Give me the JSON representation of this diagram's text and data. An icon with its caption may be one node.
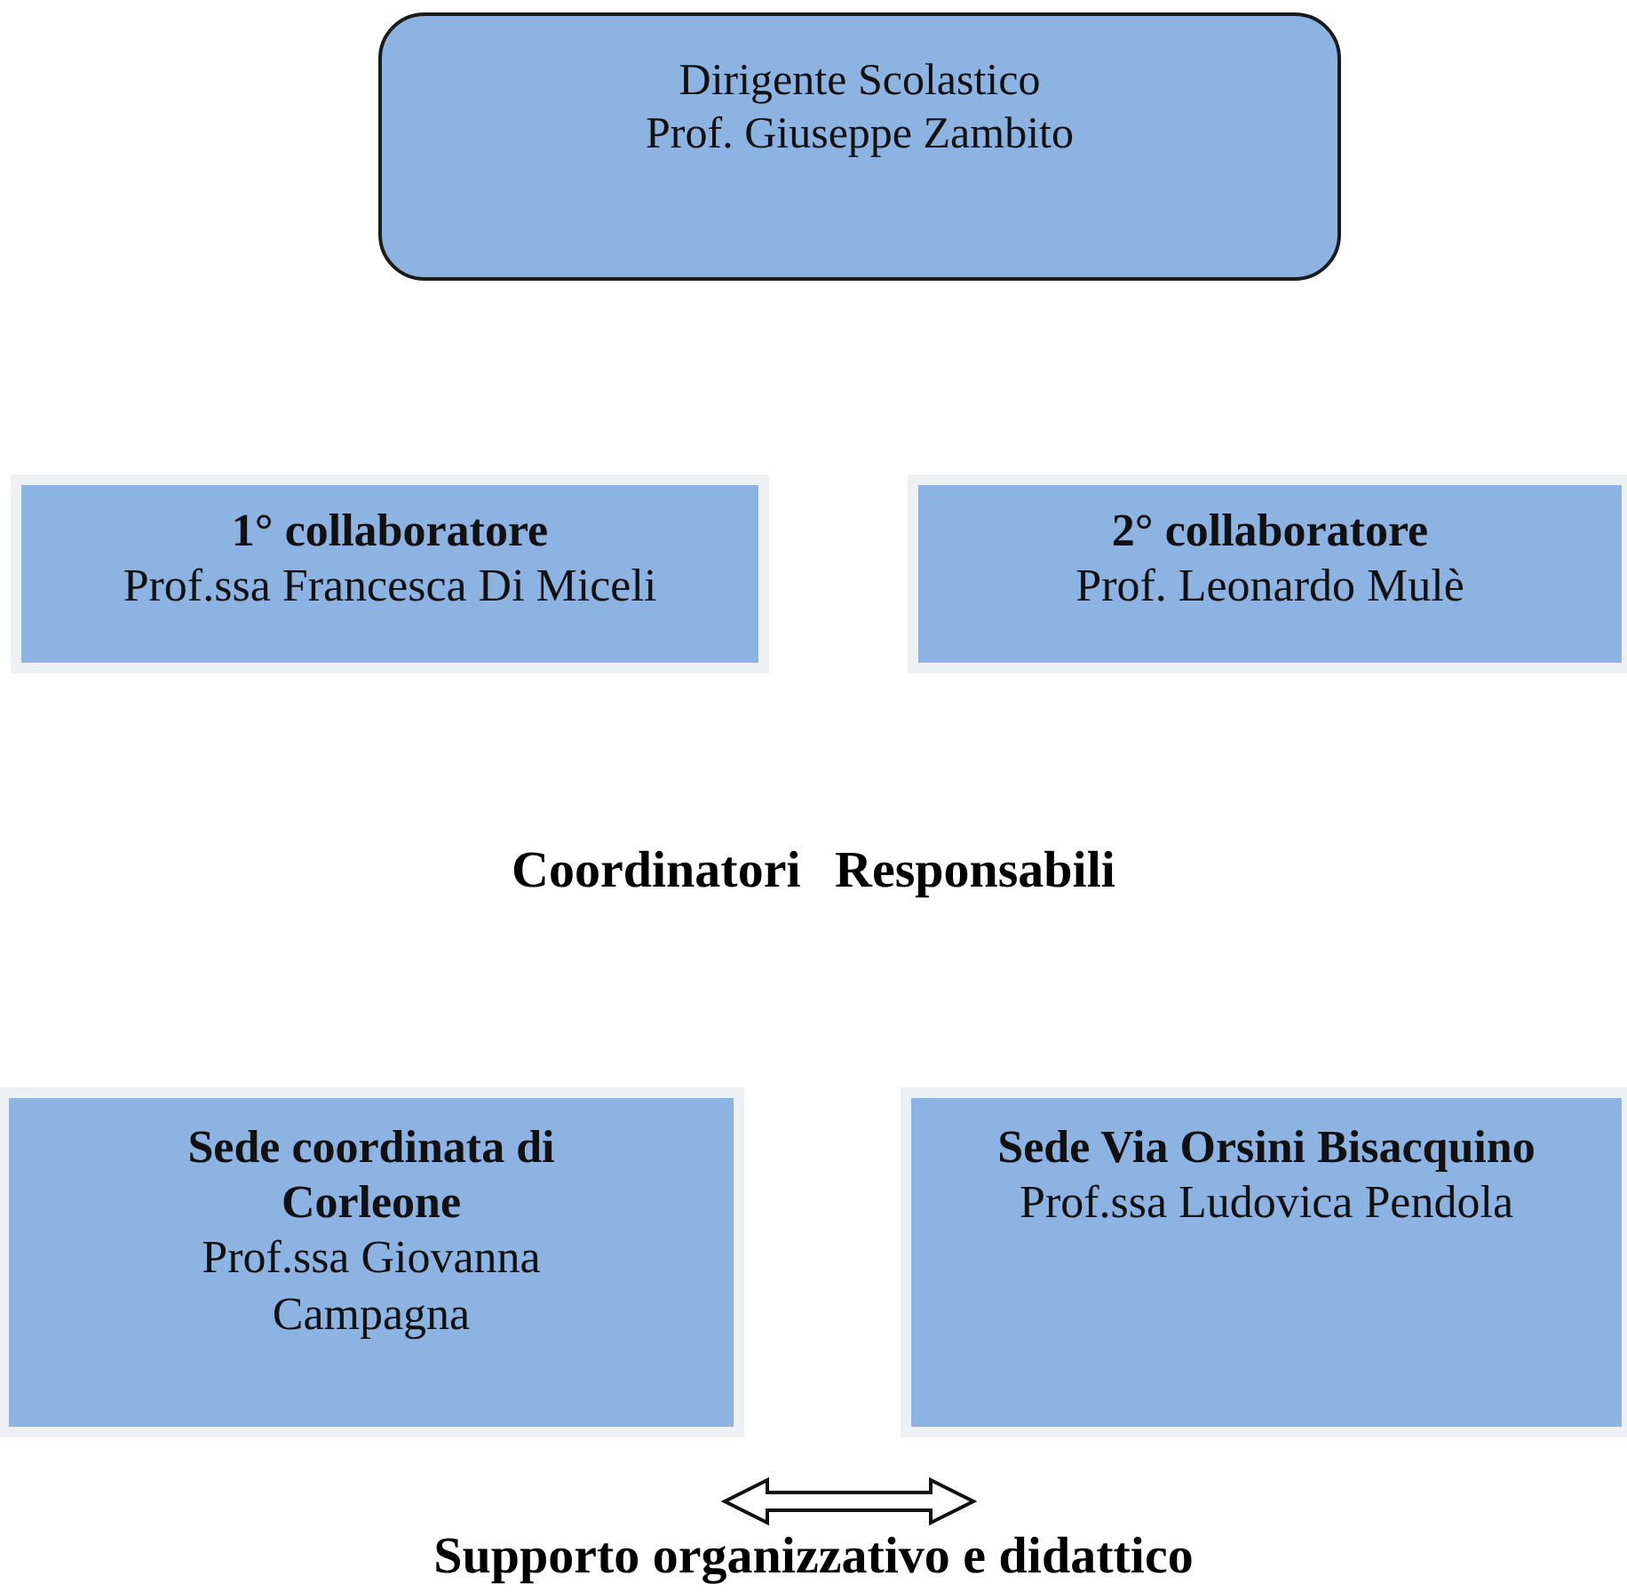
{
  "diagram": {
    "nodes": [
      {
        "text": [
          "Dirigente Scolastico",
          "Prof. Giuseppe Zambito"
        ]
      },
      {
        "text": [
          "1° collaboratore",
          "Prof.ssa Francesca Di Miceli"
        ]
      },
      {
        "text": [
          "2° collaboratore",
          "Prof. Leonardo Mulè"
        ]
      },
      {
        "text": [
          "Sede coordinata di Corleone",
          "Prof.ssa Giovanna Campagna"
        ]
      },
      {
        "text": [
          "Sede Via Orsini Bisacquino",
          "Prof.ssa Ludovica Pendola"
        ]
      }
    ],
    "labels": [
      "Coordinatori Responsabili",
      "Supporto organizzativo e didattico"
    ]
  }
}
